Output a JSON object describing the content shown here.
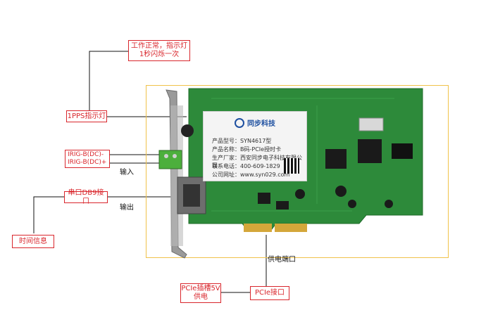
{
  "labels": {
    "led_normal": "工作正常，指示灯\n1秒闪烁一次",
    "pps_led": "1PPS指示灯",
    "irig_minus": "IRIG-B(DC)-",
    "irig_plus": "IRIG-B(DC)+",
    "input": "输入",
    "serial_db9": "串口DB9接口",
    "output": "输出",
    "time_info": "时间信息",
    "power_port": "供电端口",
    "pcie_slot_power": "PCIe插槽5V\n供电",
    "pcie_interface": "PCIe接口"
  },
  "card_label": {
    "brand": "同步科技",
    "model_key": "产品型号：",
    "model_val": "SYN4617型",
    "name_key": "产品名称：",
    "name_val": "B码-PCIe授时卡",
    "maker_key": "生产厂家：",
    "maker_val": "西安同步电子科技有限公司",
    "phone_key": "联系电话：",
    "phone_val": "400-609-1829",
    "site_key": "公司网址：",
    "site_val": "www.syn029.com"
  },
  "colors": {
    "accent_red": "#d9262c",
    "frame": "#f0c24a",
    "pcb_green": "#2d8a3a"
  }
}
